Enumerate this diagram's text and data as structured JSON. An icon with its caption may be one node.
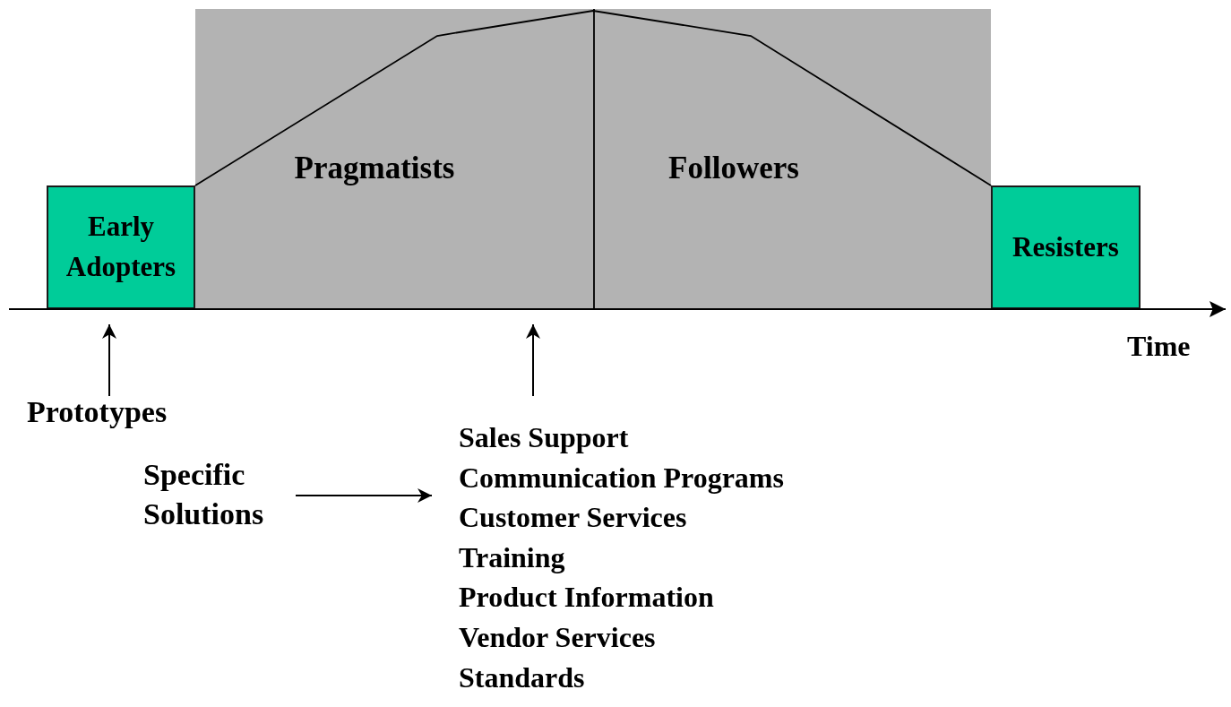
{
  "diagram": {
    "nodes": [
      {
        "text": [
          "Early Adopters"
        ]
      },
      {
        "text": [
          "Pragmatists"
        ]
      },
      {
        "text": [
          "Followers"
        ]
      },
      {
        "text": [
          "Resisters"
        ]
      },
      {
        "text": [
          "Prototypes"
        ]
      },
      {
        "text": [
          "Specific Solutions"
        ]
      },
      {
        "text": [
          "Sales Support",
          "Communication Programs",
          "Customer Services",
          "Training",
          "Product Information",
          "Vendor Services",
          "Standards"
        ]
      }
    ],
    "edges": [
      {
        "from": 4,
        "to": 0,
        "arrow": "to"
      },
      {
        "from": 6,
        "to": 1,
        "arrow": "to"
      },
      {
        "from": 5,
        "to": 6,
        "arrow": "to"
      }
    ],
    "labels": [
      "Time"
    ]
  }
}
